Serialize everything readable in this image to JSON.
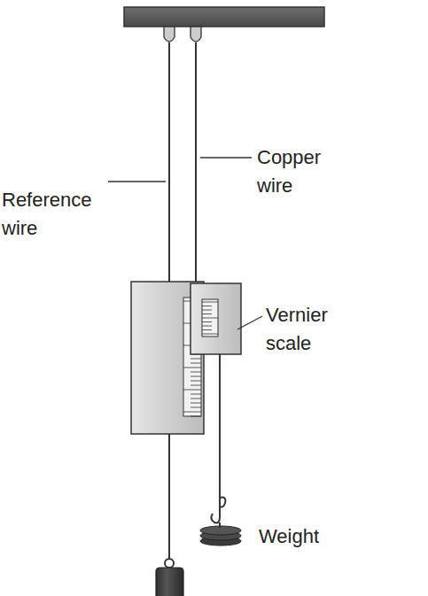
{
  "diagram": {
    "labels": [
      "Reference wire",
      "Copper wire",
      "Vernier scale",
      "Weight"
    ]
  }
}
